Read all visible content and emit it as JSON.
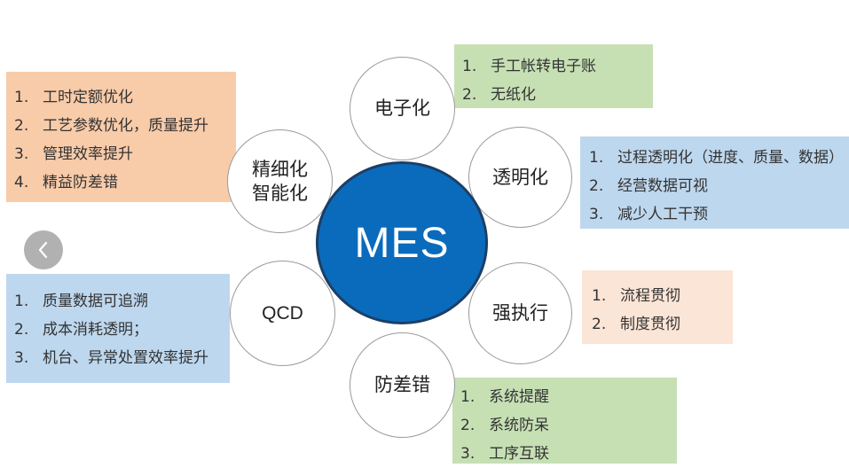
{
  "center": "MES",
  "nodes": {
    "electronic": "电子化",
    "smart_line1": "精细化",
    "smart_line2": "智能化",
    "transparent": "透明化",
    "qcd": "QCD",
    "execution": "强执行",
    "error_proof": "防差错"
  },
  "boxes": {
    "electronic": [
      {
        "num": "1.",
        "text": "手工帐转电子账"
      },
      {
        "num": "2.",
        "text": "无纸化"
      }
    ],
    "smart": [
      {
        "num": "1.",
        "text": "工时定额优化"
      },
      {
        "num": "2.",
        "text": "工艺参数优化，质量提升"
      },
      {
        "num": "3.",
        "text": "管理效率提升"
      },
      {
        "num": "4.",
        "text": "精益防差错"
      }
    ],
    "transparent": [
      {
        "num": "1.",
        "text": "过程透明化（进度、质量、数据）"
      },
      {
        "num": "2.",
        "text": "经营数据可视"
      },
      {
        "num": "3.",
        "text": "减少人工干预"
      }
    ],
    "qcd": [
      {
        "num": "1.",
        "text": "质量数据可追溯"
      },
      {
        "num": "2.",
        "text": "成本消耗透明；"
      },
      {
        "num": "3.",
        "text": "机台、异常处置效率提升"
      }
    ],
    "execution": [
      {
        "num": "1.",
        "text": "流程贯彻"
      },
      {
        "num": "2.",
        "text": "制度贯彻"
      }
    ],
    "error_proof": [
      {
        "num": "1.",
        "text": "系统提醒"
      },
      {
        "num": "2.",
        "text": "系统防呆"
      },
      {
        "num": "3.",
        "text": "工序互联"
      }
    ]
  },
  "colors": {
    "center_fill": "#0a6bbd",
    "orange_box": "#f8cba9",
    "green_box": "#c6e0b4",
    "blue_box": "#bdd7ee",
    "peach_box": "#fbe5d6"
  },
  "icons": {
    "back": "chevron-left-icon"
  }
}
